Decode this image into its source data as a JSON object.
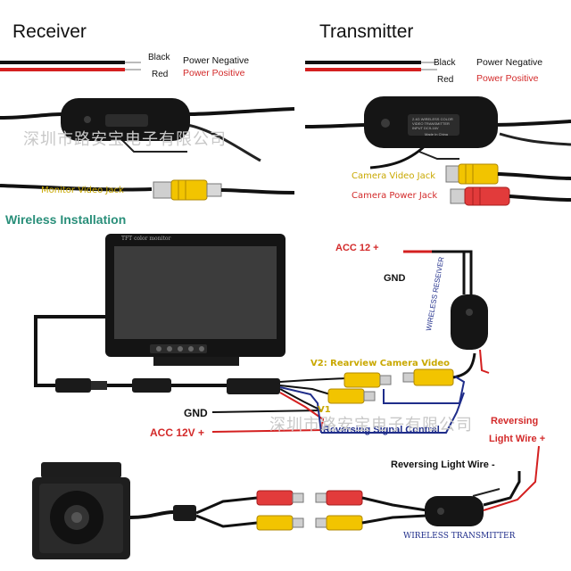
{
  "top": {
    "receiver": {
      "title": "Receiver",
      "wire_black": "Black",
      "wire_red": "Red",
      "power_negative": "Power Negative",
      "power_positive": "Power Positive",
      "jack_label": "Monitor Video Jack"
    },
    "transmitter": {
      "title": "Transmitter",
      "wire_black": "Black",
      "wire_red": "Red",
      "power_negative": "Power  Negative",
      "power_positive": "Power  Positive",
      "module_text": "2.4G WIRELESS COLOR VIDEO TRANSMITTER INPUT DC9-16V",
      "made_in": "Made In China",
      "jack_video": "Camera Video Jack",
      "jack_power": "Camera Power Jack"
    },
    "watermark": "深圳市路安宝电子有限公司"
  },
  "installation": {
    "heading": "Wireless Installation",
    "monitor_label": "TFT color monitor",
    "acc12": "ACC 12 +",
    "gnd_top": "GND",
    "receiver_label": "WIRELESS RESEIVER",
    "v2_label": "V2: Rearview Camera Video",
    "v1_label": "V1",
    "gnd_left": "GND",
    "acc12v": "ACC 12V +",
    "reversing_signal": "Reversing Signal Contral",
    "reversing_light_1": "Reversing",
    "reversing_light_2": "Light Wire +",
    "reversing_light_minus": "Reversing Light Wire -",
    "transmitter_label": "WIRELESS TRANSMITTER",
    "watermark": "深圳市路安宝电子有限公司"
  },
  "colors": {
    "heading_teal": "#2a8f7a",
    "label_red": "#d32a2a",
    "label_yellow": "#c9a800",
    "label_blue": "#1f2d8a",
    "rca_yellow": "#f2c400",
    "rca_red": "#e23b3b"
  }
}
